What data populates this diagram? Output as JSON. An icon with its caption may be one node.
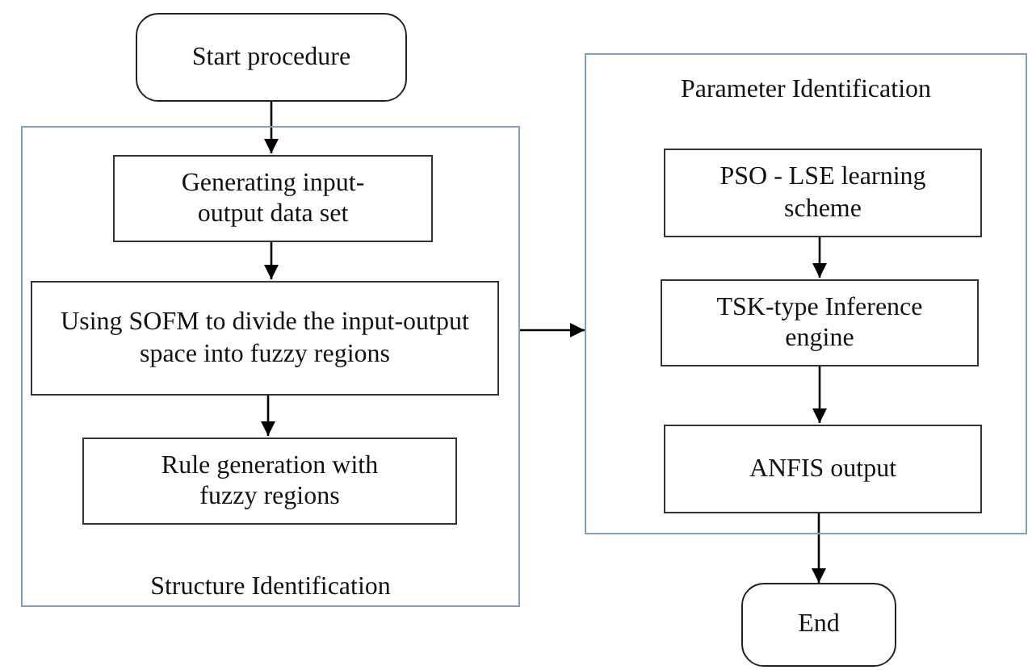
{
  "diagram": {
    "nodes": [
      {
        "text": [
          "Start procedure"
        ]
      },
      {
        "text": [
          "Structure Identification"
        ]
      },
      {
        "text": [
          "Generating input-output data set"
        ],
        "in": 1
      },
      {
        "text": [
          "Using SOFM to divide the input-output space into fuzzy regions"
        ],
        "in": 1
      },
      {
        "text": [
          "Rule generation with fuzzy regions"
        ],
        "in": 1
      },
      {
        "text": [
          "Parameter Identification"
        ]
      },
      {
        "text": [
          "PSO - LSE learning scheme"
        ],
        "in": 5
      },
      {
        "text": [
          "TSK-type Inference engine"
        ],
        "in": 5
      },
      {
        "text": [
          "ANFIS output"
        ],
        "in": 5
      },
      {
        "text": [
          "End"
        ]
      }
    ],
    "edges": [
      {
        "from": 0,
        "to": 2,
        "arrow": "to"
      },
      {
        "from": 2,
        "to": 3,
        "arrow": "to"
      },
      {
        "from": 3,
        "to": 4,
        "arrow": "to"
      },
      {
        "from": 1,
        "to": 5,
        "arrow": "to"
      },
      {
        "from": 6,
        "to": 7,
        "arrow": "to"
      },
      {
        "from": 7,
        "to": 8,
        "arrow": "to"
      },
      {
        "from": 8,
        "to": 9,
        "arrow": "to"
      }
    ]
  }
}
